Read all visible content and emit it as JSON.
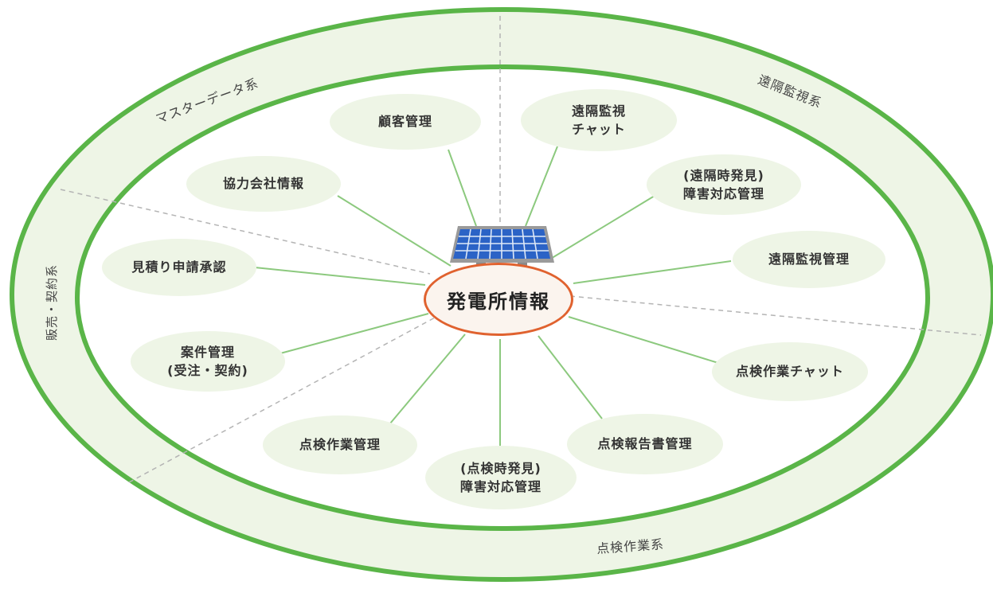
{
  "center": {
    "label": "発電所情報"
  },
  "sectors": {
    "master": "マスターデータ系",
    "monitoring": "遠隔監視系",
    "sales": "販売・契約系",
    "inspection": "点検作業系"
  },
  "nodes": {
    "customer": [
      "顧客管理"
    ],
    "partner": [
      "協力会社情報"
    ],
    "estimate": [
      "見積り申請承認"
    ],
    "project": [
      "案件管理",
      "(受注・契約)"
    ],
    "inspection_mgmt": [
      "点検作業管理"
    ],
    "inspection_fault": [
      "(点検時発見)",
      "障害対応管理"
    ],
    "report": [
      "点検報告書管理"
    ],
    "inspection_chat": [
      "点検作業チャット"
    ],
    "remote_mgmt": [
      "遠隔監視管理"
    ],
    "remote_fault": [
      "(遠隔時発見)",
      "障害対応管理"
    ],
    "remote_chat": [
      "遠隔監視",
      "チャット"
    ]
  },
  "colors": {
    "ring": "#5ab548",
    "ring_fill": "#eef5e6",
    "node_fill": "#eef5e6",
    "connector": "#8cc97e",
    "divider": "#b4b4b4",
    "center_border": "#e0622f",
    "panel_blue": "#2b63c6"
  }
}
